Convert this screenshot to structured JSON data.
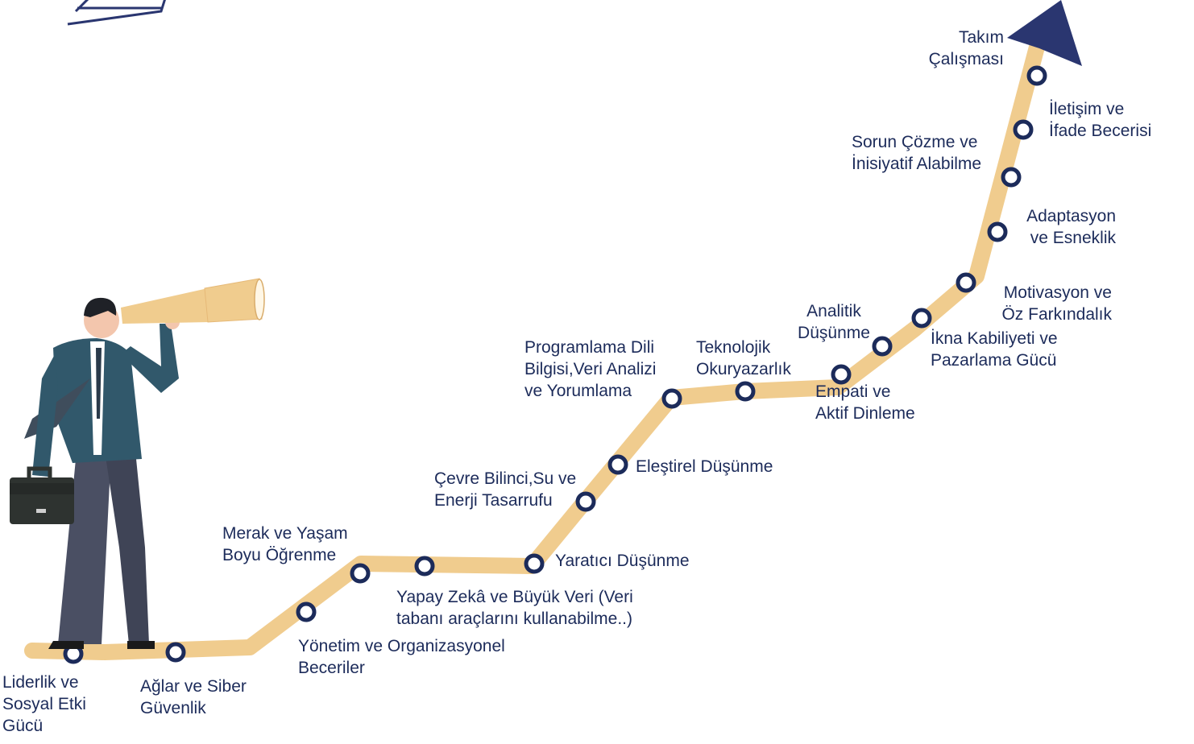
{
  "colors": {
    "path": "#f0cc8e",
    "node_ring": "#1c2b5a",
    "text": "#1c2b5a",
    "arrow": "#2a3670"
  },
  "skills": [
    {
      "id": "liderlik",
      "label": "Liderlik ve\nSosyal Etki\nGücü"
    },
    {
      "id": "aglar",
      "label": "Ağlar ve Siber\nGüvenlik"
    },
    {
      "id": "yonetim",
      "label": "Yönetim ve Organizasyonel\nBeceriler"
    },
    {
      "id": "merak",
      "label": "Merak ve Yaşam\nBoyu Öğrenme"
    },
    {
      "id": "yapay",
      "label": "Yapay Zekâ ve Büyük Veri (Veri\ntabanı araçlarını kullanabilme..)"
    },
    {
      "id": "yaratici",
      "label": "Yaratıcı Düşünme"
    },
    {
      "id": "cevre",
      "label": "Çevre Bilinci,Su ve\nEnerji Tasarrufu"
    },
    {
      "id": "elestirel",
      "label": "Eleştirel Düşünme"
    },
    {
      "id": "programlama",
      "label": "Programlama Dili\nBilgisi,Veri Analizi\nve Yorumlama"
    },
    {
      "id": "teknoloji",
      "label": "Teknolojik\nOkuryazarlık"
    },
    {
      "id": "empati",
      "label": "Empati ve\nAktif Dinleme"
    },
    {
      "id": "analitik",
      "label": "Analitik\nDüşünme"
    },
    {
      "id": "ikna",
      "label": "İkna Kabiliyeti ve\nPazarlama Gücü"
    },
    {
      "id": "motivasyon",
      "label": "Motivasyon ve\nÖz Farkındalık"
    },
    {
      "id": "adaptasyon",
      "label": "Adaptasyon\nve Esneklik"
    },
    {
      "id": "sorun",
      "label": "Sorun Çözme ve\nİnisiyatif Alabilme"
    },
    {
      "id": "iletisim",
      "label": "İletişim ve\nİfade Becerisi"
    },
    {
      "id": "takim",
      "label": "Takım\nÇalışması"
    }
  ]
}
